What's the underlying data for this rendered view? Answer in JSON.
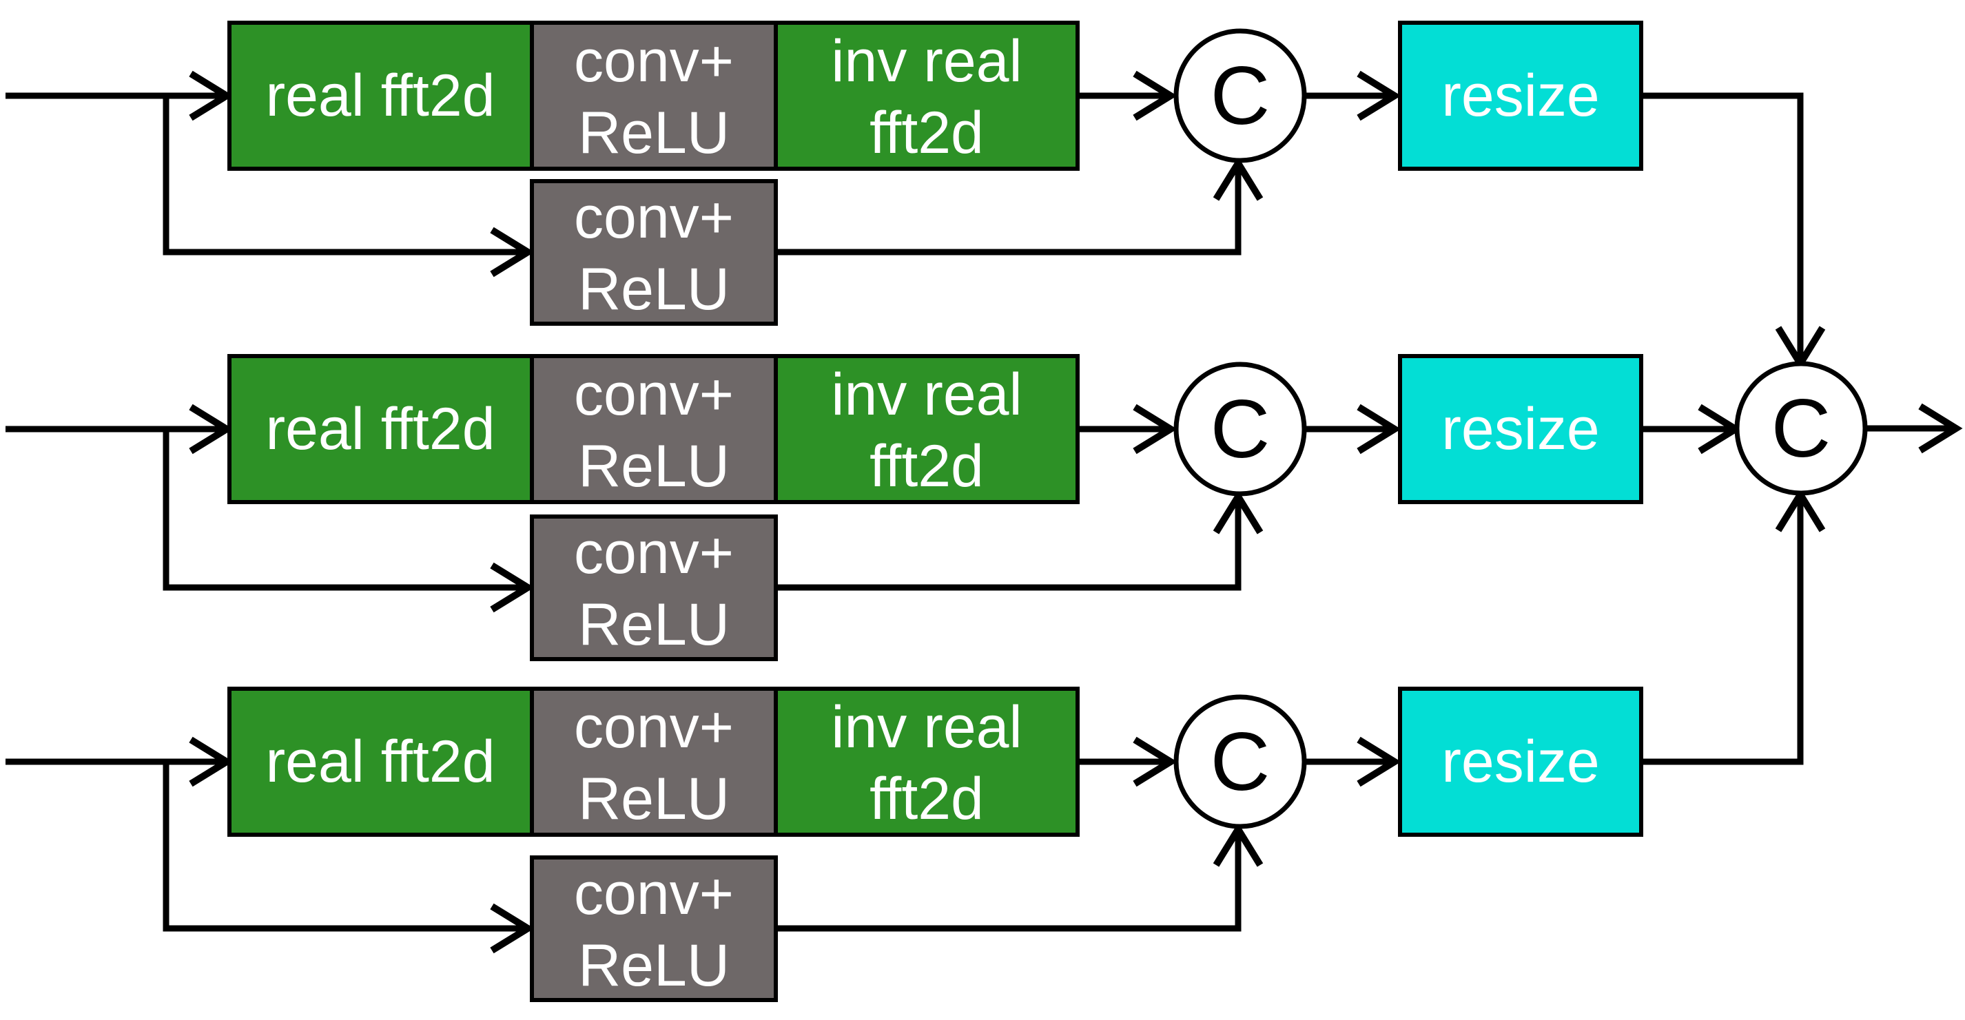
{
  "diagram": {
    "type": "block-diagram",
    "background_color": "#ffffff",
    "colors": {
      "page-bg": "#ffffff",
      "line": "#000000",
      "fft-box": "#2d9126",
      "conv-box": "#6e6868",
      "resize-box": "#03ded5",
      "concat-fill": "#ffffff",
      "box-text": "#ffffff",
      "concat-text": "#000000"
    },
    "labels": {
      "real_fft2d": "real fft2d",
      "conv_relu_line1": "conv+",
      "conv_relu_line2": "ReLU",
      "inv_real_fft2d_line1": "inv real",
      "inv_real_fft2d_line2": "fft2d",
      "resize": "resize",
      "concat": "C"
    },
    "branches": [
      {
        "id": 1,
        "main_path": [
          "real fft2d",
          "conv+ReLU",
          "inv real fft2d",
          "C",
          "resize"
        ],
        "skip_path": [
          "conv+ReLU"
        ],
        "skip_merges_into": "C"
      },
      {
        "id": 2,
        "main_path": [
          "real fft2d",
          "conv+ReLU",
          "inv real fft2d",
          "C",
          "resize"
        ],
        "skip_path": [
          "conv+ReLU"
        ],
        "skip_merges_into": "C"
      },
      {
        "id": 3,
        "main_path": [
          "real fft2d",
          "conv+ReLU",
          "inv real fft2d",
          "C",
          "resize"
        ],
        "skip_path": [
          "conv+ReLU"
        ],
        "skip_merges_into": "C"
      }
    ],
    "final_merge": {
      "node": "C",
      "input_count": 3,
      "has_output_arrow": true
    }
  }
}
